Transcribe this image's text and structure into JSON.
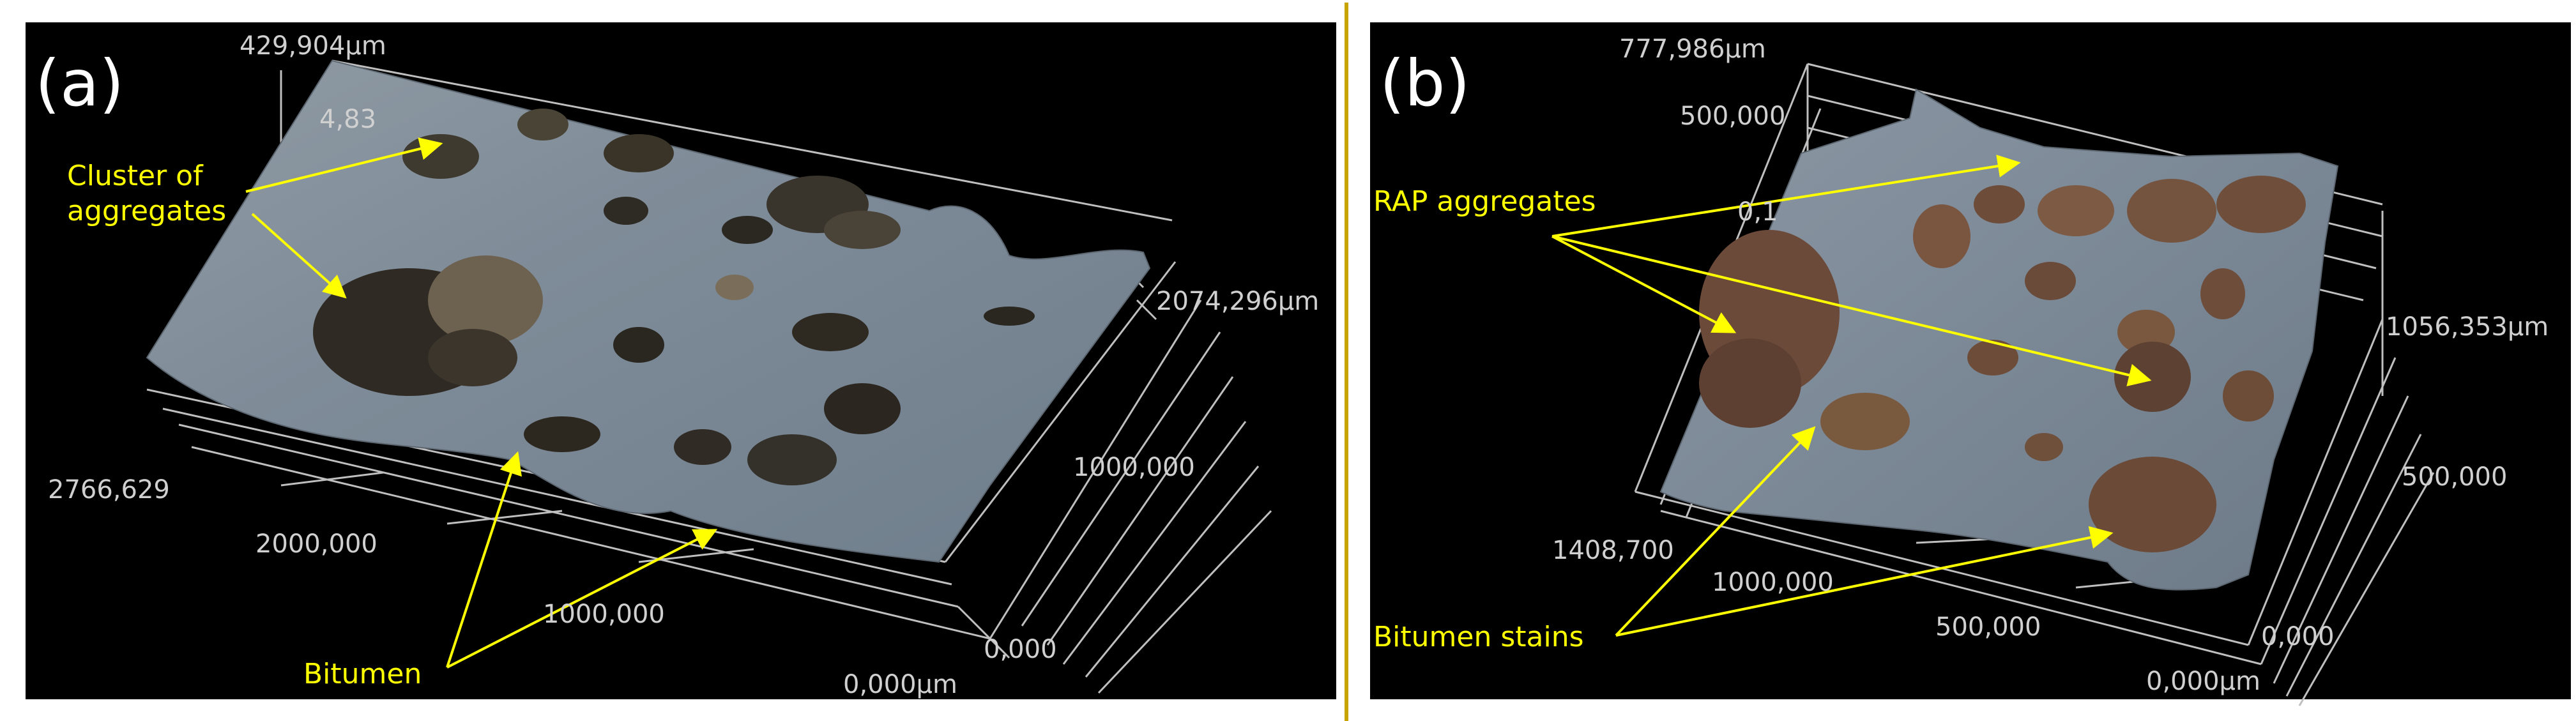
{
  "panel_a": {
    "letter": "(a)",
    "z_top_label": "429,904µm",
    "z_mid_label": "4,83",
    "y_label_right": "2074,296µm",
    "x_label_left": "2766,629",
    "tick_2000": "2000,000",
    "tick_1000_x": "1000,000",
    "tick_1000_y": "1000,000",
    "tick_0_y": "0,000",
    "tick_0_origin": "0,000µm",
    "annotations": {
      "cluster_line1": "Cluster of",
      "cluster_line2": "aggregates",
      "bitumen": "Bitumen"
    }
  },
  "panel_b": {
    "letter": "(b)",
    "z_top_label": "777,986µm",
    "z_tick_500": "500,000",
    "z_tick_01": "0,1",
    "y_label_right": "1056,353µm",
    "y_tick_500": "500,000",
    "y_tick_0": "0,000",
    "x_label_left": "1408,700",
    "tick_1000": "1000,000",
    "tick_500_x": "500,000",
    "tick_0_origin": "0,000µm",
    "annotations": {
      "rap": "RAP aggregates",
      "bitumen_stains": "Bitumen stains"
    }
  },
  "colors": {
    "background": "#000000",
    "annotation": "#ffff00",
    "axis_text": "#d0d0d0",
    "divider": "#c8a400"
  }
}
